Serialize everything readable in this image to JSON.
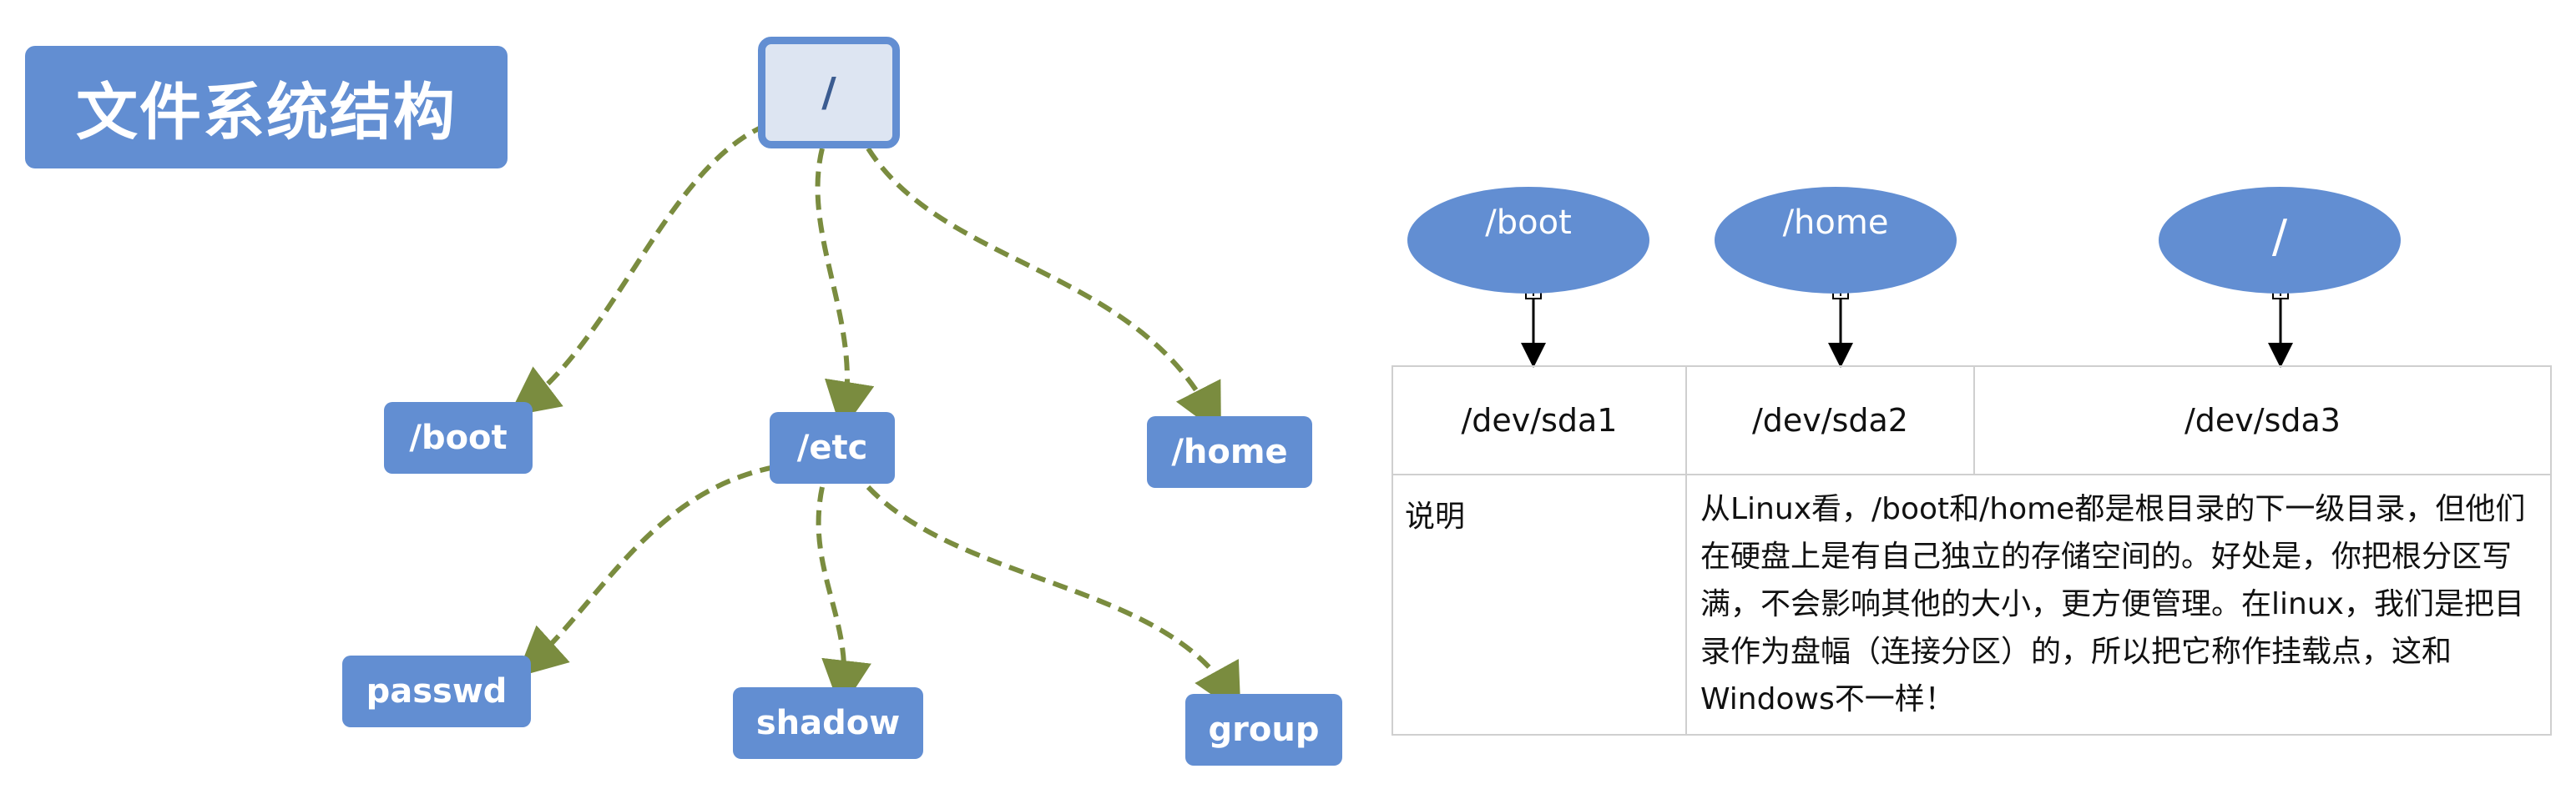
{
  "title": "文件系统结构",
  "tree": {
    "root": "/",
    "level1": [
      "/boot",
      "/etc",
      "/home"
    ],
    "etc_children": [
      "passwd",
      "shadow",
      "group"
    ]
  },
  "mounts": [
    {
      "mount_point": "/boot",
      "device": "/dev/sda1"
    },
    {
      "mount_point": "/home",
      "device": "/dev/sda2"
    },
    {
      "mount_point": "/",
      "device": "/dev/sda3"
    }
  ],
  "table": {
    "label": "说明",
    "description": "从Linux看，/boot和/home都是根目录的下一级目录，但他们在硬盘上是有自己独立的存储空间的。好处是，你把根分区写满，不会影响其他的大小，更方便管理。在linux，我们是把目录作为盘幅（连接分区）的，所以把它称作挂载点，这和Windows不一样！"
  },
  "colors": {
    "node": "#628ed2",
    "root_fill": "#dde5f2",
    "connector": "#7a8c3f",
    "arrow": "#000000"
  }
}
